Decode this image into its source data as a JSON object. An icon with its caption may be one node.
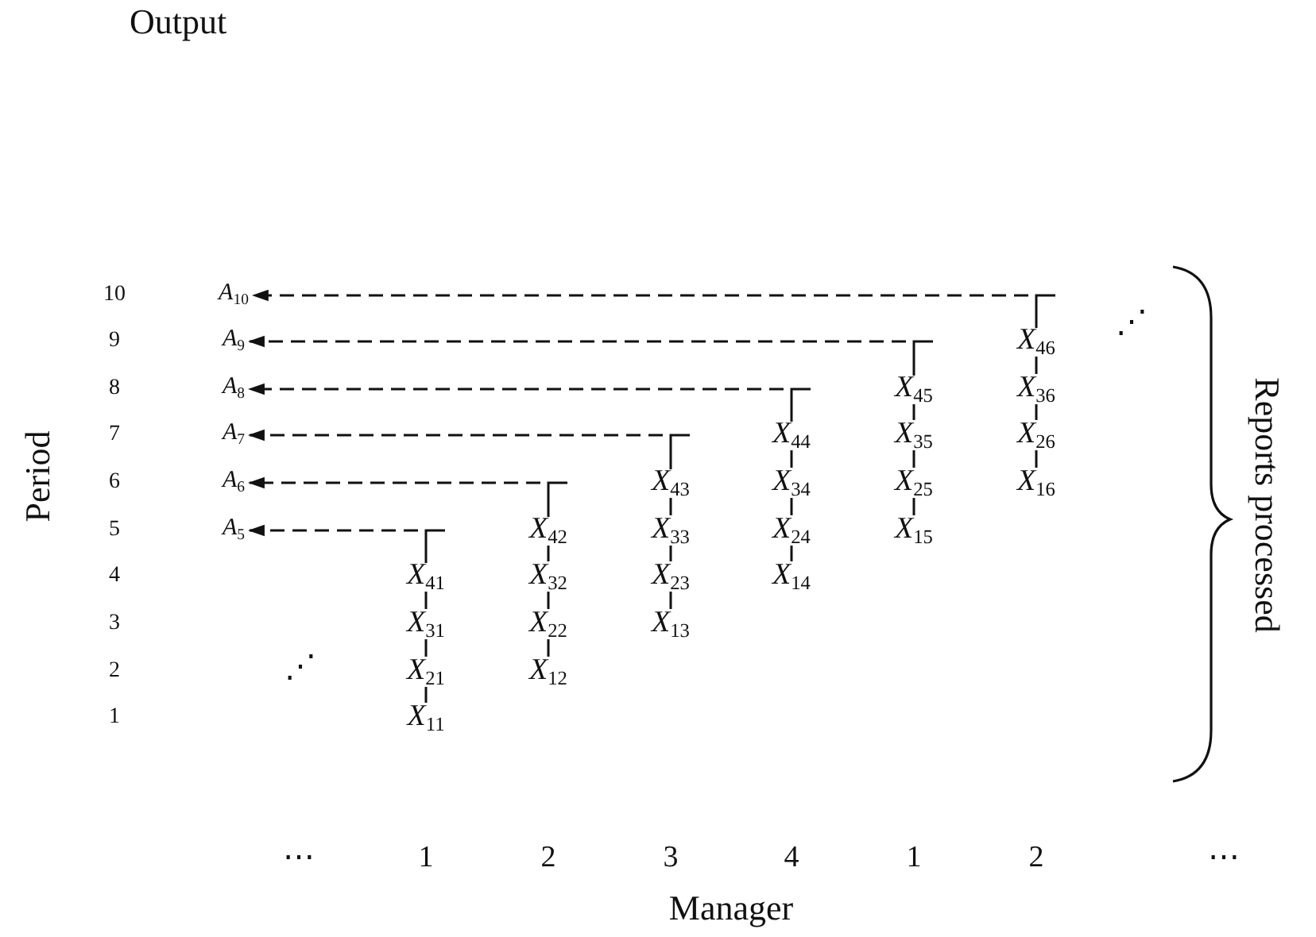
{
  "diagram": {
    "nodes": [
      {
        "text": [
          "*A*$_{10}$"
        ]
      },
      {
        "text": [
          "*A*$_{9}$"
        ]
      },
      {
        "text": [
          "*X*$_{46}$"
        ]
      },
      {
        "text": [
          "*A*$_{8}$"
        ]
      },
      {
        "text": [
          "*X*$_{45}$"
        ]
      },
      {
        "text": [
          "*X*$_{36}$"
        ]
      },
      {
        "text": [
          "*A*$_{7}$"
        ]
      },
      {
        "text": [
          "*X*$_{44}$"
        ]
      },
      {
        "text": [
          "*X*$_{35}$"
        ]
      },
      {
        "text": [
          "*X*$_{26}$"
        ]
      },
      {
        "text": [
          "*A*$_{6}$"
        ]
      },
      {
        "text": [
          "*X*$_{43}$"
        ]
      },
      {
        "text": [
          "*X*$_{34}$"
        ]
      },
      {
        "text": [
          "*X*$_{25}$"
        ]
      },
      {
        "text": [
          "*X*$_{16}$"
        ]
      },
      {
        "text": [
          "*A*$_{5}$"
        ]
      },
      {
        "text": [
          "*X*$_{42}$"
        ]
      },
      {
        "text": [
          "*X*$_{33}$"
        ]
      },
      {
        "text": [
          "*X*$_{24}$"
        ]
      },
      {
        "text": [
          "*X*$_{15}$"
        ]
      },
      {
        "text": [
          "*X*$_{41}$"
        ]
      },
      {
        "text": [
          "*X*$_{32}$"
        ]
      },
      {
        "text": [
          "*X*$_{23}$"
        ]
      },
      {
        "text": [
          "*X*$_{14}$"
        ]
      },
      {
        "text": [
          "*X*$_{31}$"
        ]
      },
      {
        "text": [
          "*X*$_{22}$"
        ]
      },
      {
        "text": [
          "*X*$_{13}$"
        ]
      },
      {
        "text": [
          "*X*$_{21}$"
        ]
      },
      {
        "text": [
          "*X*$_{12}$"
        ]
      },
      {
        "text": [
          "*X*$_{11}$"
        ]
      }
    ],
    "edges": [
      {
        "from": 29,
        "to": 27,
        "arrow": "none"
      },
      {
        "from": 27,
        "to": 24,
        "arrow": "none"
      },
      {
        "from": 24,
        "to": 20,
        "arrow": "none"
      },
      {
        "from": 20,
        "to": 15,
        "arrow": "to",
        "style": "dashed"
      },
      {
        "from": 28,
        "to": 25,
        "arrow": "none"
      },
      {
        "from": 25,
        "to": 21,
        "arrow": "none"
      },
      {
        "from": 21,
        "to": 16,
        "arrow": "none"
      },
      {
        "from": 16,
        "to": 10,
        "arrow": "to",
        "style": "dashed"
      },
      {
        "from": 26,
        "to": 22,
        "arrow": "none"
      },
      {
        "from": 22,
        "to": 17,
        "arrow": "none"
      },
      {
        "from": 17,
        "to": 11,
        "arrow": "none"
      },
      {
        "from": 11,
        "to": 6,
        "arrow": "to",
        "style": "dashed"
      },
      {
        "from": 23,
        "to": 18,
        "arrow": "none"
      },
      {
        "from": 18,
        "to": 12,
        "arrow": "none"
      },
      {
        "from": 12,
        "to": 7,
        "arrow": "none"
      },
      {
        "from": 7,
        "to": 3,
        "arrow": "to",
        "style": "dashed"
      },
      {
        "from": 19,
        "to": 13,
        "arrow": "none"
      },
      {
        "from": 13,
        "to": 8,
        "arrow": "none"
      },
      {
        "from": 8,
        "to": 4,
        "arrow": "none"
      },
      {
        "from": 4,
        "to": 1,
        "arrow": "to",
        "style": "dashed"
      },
      {
        "from": 14,
        "to": 9,
        "arrow": "none"
      },
      {
        "from": 9,
        "to": 5,
        "arrow": "none"
      },
      {
        "from": 5,
        "to": 2,
        "arrow": "none"
      },
      {
        "from": 2,
        "to": 0,
        "arrow": "to",
        "style": "dashed"
      }
    ],
    "labels": [
      "Output",
      "10",
      "9",
      "⋰",
      "8",
      "7",
      "6",
      "Period",
      "5",
      "Reports processed",
      "4",
      "3",
      "2",
      "⋰",
      "1",
      "⋯",
      "1",
      "2",
      "3",
      "4",
      "1",
      "2",
      "⋯",
      "Manager"
    ]
  }
}
